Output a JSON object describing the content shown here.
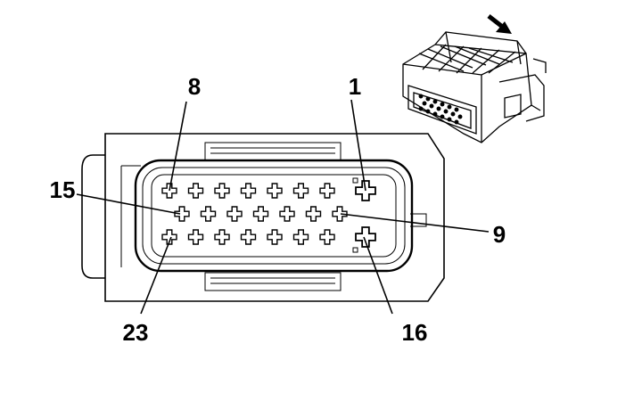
{
  "labels": {
    "pin_8": "8",
    "pin_1": "1",
    "pin_15": "15",
    "pin_9": "9",
    "pin_23": "23",
    "pin_16": "16"
  },
  "connector": {
    "rows": [
      {
        "count": 8,
        "large_pin_last": true
      },
      {
        "count": 7,
        "large_pin_last": false
      },
      {
        "count": 8,
        "large_pin_last": true
      }
    ]
  },
  "colors": {
    "line": "#000000",
    "background": "#ffffff"
  },
  "icons": [
    "arrow-icon",
    "connector-3d-icon"
  ]
}
